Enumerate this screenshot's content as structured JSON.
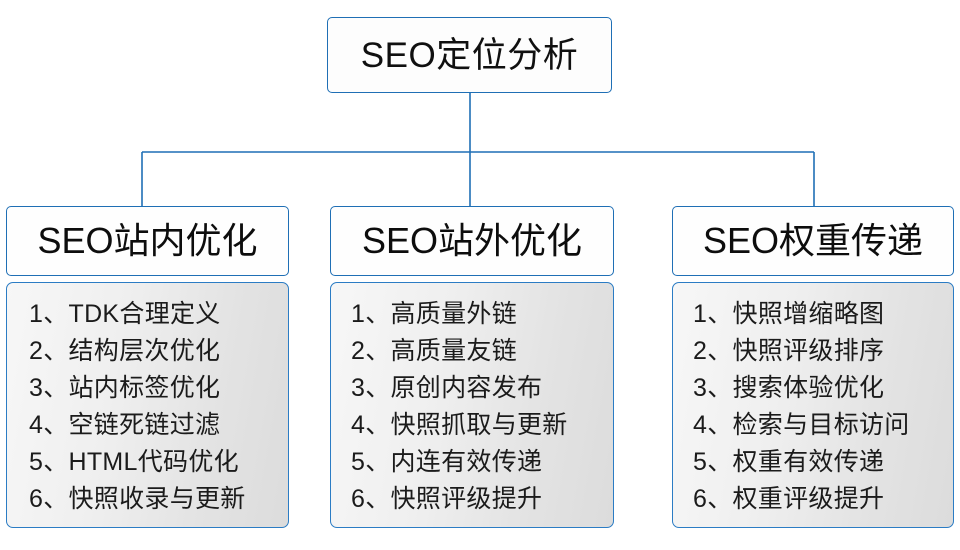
{
  "diagram": {
    "type": "org-tree",
    "root": {
      "label": "SEO定位分析"
    },
    "connector_color": "#1f6fb5",
    "branches": [
      {
        "header": "SEO站内优化",
        "items": [
          "1、TDK合理定义",
          "2、结构层次优化",
          "3、站内标签优化",
          "4、空链死链过滤",
          "5、HTML代码优化",
          "6、快照收录与更新"
        ]
      },
      {
        "header": "SEO站外优化",
        "items": [
          "1、高质量外链",
          "2、高质量友链",
          "3、原创内容发布",
          "4、快照抓取与更新",
          "5、内连有效传递",
          "6、快照评级提升"
        ]
      },
      {
        "header": "SEO权重传递",
        "items": [
          "1、快照增缩略图",
          "2、快照评级排序",
          "3、搜索体验优化",
          "4、检索与目标访问",
          "5、权重有效传递",
          "6、权重评级提升"
        ]
      }
    ]
  }
}
